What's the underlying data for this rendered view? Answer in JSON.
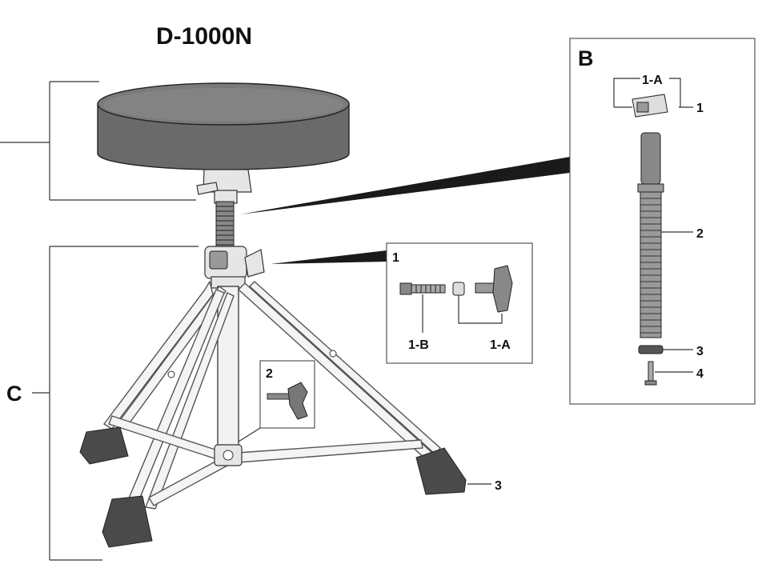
{
  "title": "D-1000N",
  "sections": {
    "b": "B",
    "c": "C"
  },
  "inset_b": {
    "labels": {
      "one_a": "1-A",
      "one": "1",
      "two": "2",
      "three": "3",
      "four": "4"
    }
  },
  "inset_1": {
    "labels": {
      "one": "1",
      "one_b": "1-B",
      "one_a": "1-A"
    }
  },
  "inset_2": {
    "labels": {
      "two": "2"
    }
  },
  "callouts": {
    "foot": "3"
  }
}
